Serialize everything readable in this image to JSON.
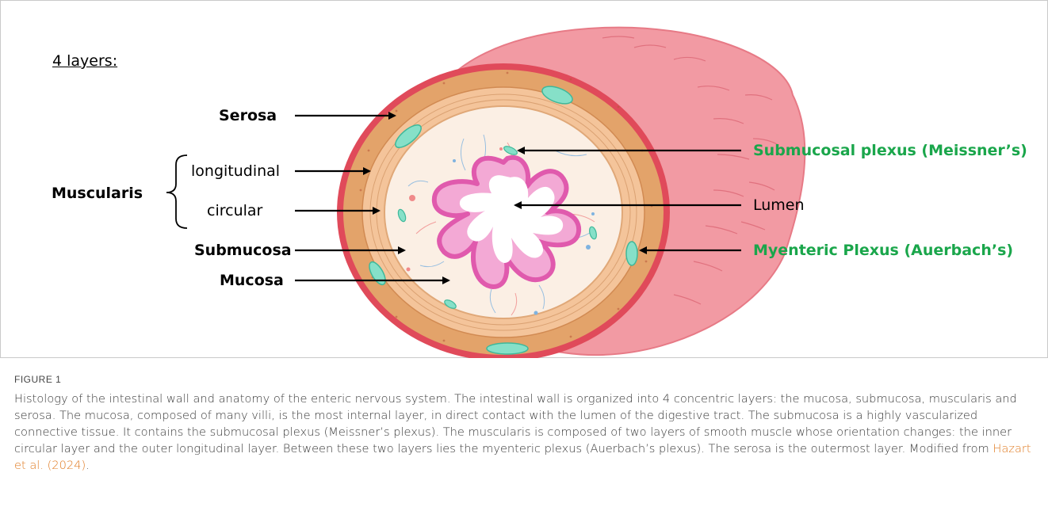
{
  "figure": {
    "header": "4 layers:",
    "labels": {
      "serosa": "Serosa",
      "muscularis": "Muscularis",
      "longitudinal": "longitudinal",
      "circular": "circular",
      "submucosa": "Submucosa",
      "mucosa": "Mucosa",
      "submucosal_plexus": "Submucosal plexus (Meissner’s)",
      "lumen": "Lumen",
      "myenteric_plexus": "Myenteric Plexus (Auerbach’s)"
    },
    "colors": {
      "serosa_red": "#e04a5a",
      "muscle_orange": "#e3a36a",
      "muscle_light": "#f4c49a",
      "submucosa_cream": "#fbefe4",
      "mucosa_pink": "#e97bc0",
      "plexus_teal": "#86e0c8",
      "plexus_label_green": "#1aa64b",
      "outer_tube_pink": "#f29aa3"
    }
  },
  "caption": {
    "figure_number": "FIGURE 1",
    "text": "Histology of the intestinal wall and anatomy of the enteric nervous system. The intestinal wall is organized into 4 concentric layers: the mucosa, submucosa, muscularis and serosa. The mucosa, composed of many villi, is the most internal layer, in direct contact with the lumen of the digestive tract. The submucosa is a highly vascularized connective tissue. It contains the submucosal plexus (Meissner’s plexus). The muscularis is composed of two layers of smooth muscle whose orientation changes: the inner circular layer and the outer longitudinal layer. Between these two layers lies the myenteric plexus (Auerbach’s plexus). The serosa is the outermost layer. Modified from ",
    "link_text": "Hazart et al. (2024)",
    "end": "."
  }
}
